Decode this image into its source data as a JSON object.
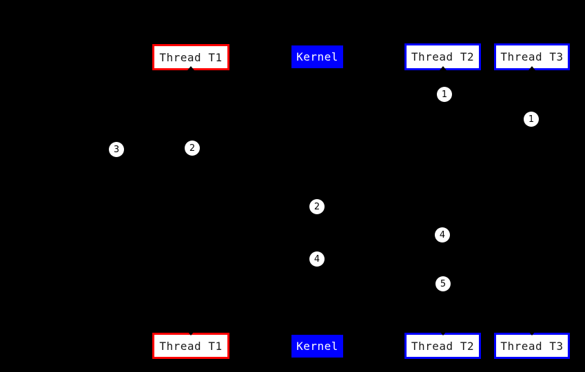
{
  "diagram": {
    "type": "sequence-diagram",
    "background_color": "#000000",
    "entities": [
      {
        "label": "Thread T1",
        "fill": "#ffffff",
        "border_color": "#ff0000",
        "text_color": "#1a1a1a"
      },
      {
        "label": "Kernel",
        "fill": "#0000ff",
        "border_color": "#0000ff",
        "text_color": "#ffffff"
      },
      {
        "label": "Thread T2",
        "fill": "#ffffff",
        "border_color": "#0000ff",
        "text_color": "#1a1a1a"
      },
      {
        "label": "Thread T3",
        "fill": "#ffffff",
        "border_color": "#0000ff",
        "text_color": "#1a1a1a"
      }
    ],
    "entity_rows": [
      "top",
      "bottom"
    ],
    "step_markers": [
      {
        "label": "1"
      },
      {
        "label": "1"
      },
      {
        "label": "3"
      },
      {
        "label": "2"
      },
      {
        "label": "2"
      },
      {
        "label": "4"
      },
      {
        "label": "4"
      },
      {
        "label": "5"
      }
    ]
  }
}
